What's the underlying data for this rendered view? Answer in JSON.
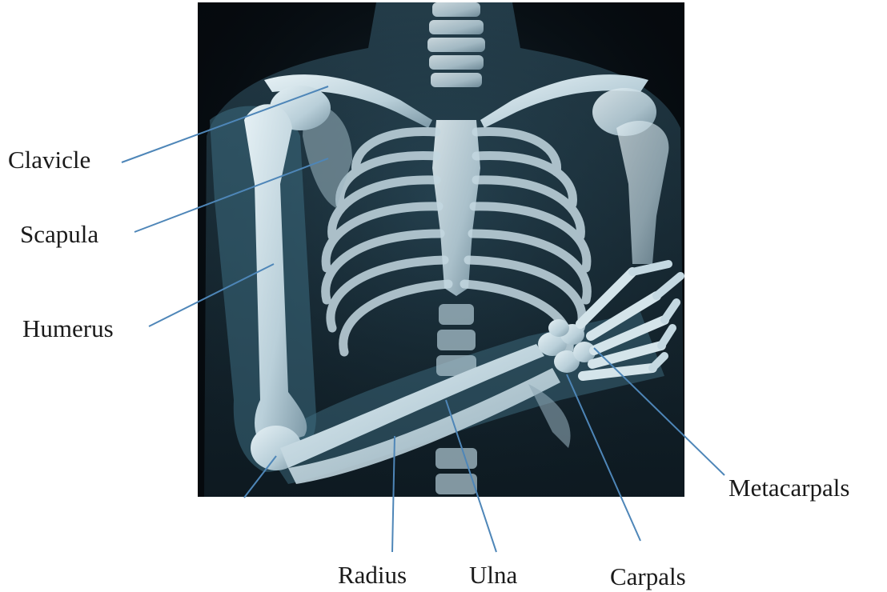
{
  "labels": {
    "clavicle": "Clavicle",
    "scapula": "Scapula",
    "humerus": "Humerus",
    "metacarpals": "Metacarpals",
    "radius": "Radius",
    "ulna": "Ulna",
    "carpals": "Carpals"
  },
  "colors": {
    "background": "#ffffff",
    "xray_bg": "#05090d",
    "bone": "#c9dbe3",
    "bone_shadow": "#6f8f9f",
    "body_glow": "#3c6a80",
    "leader_line": "#4e86b8",
    "text": "#1a1a1a"
  }
}
